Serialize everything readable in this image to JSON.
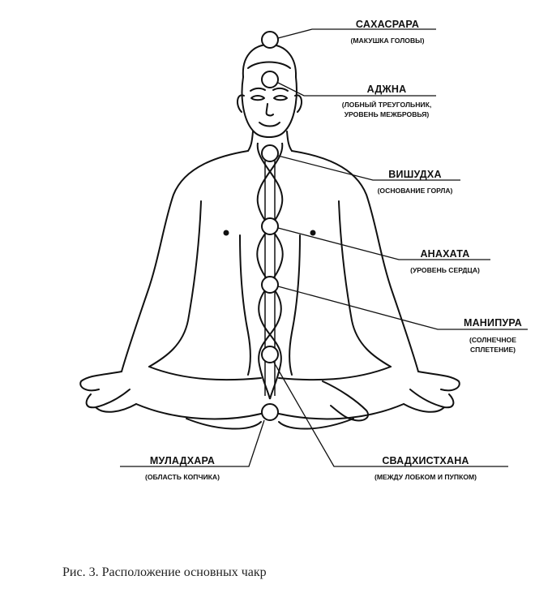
{
  "caption": "Рис. 3. Расположение основных чакр",
  "chakras": [
    {
      "name": "САХАСРАРА",
      "desc": "(МАКУШКА ГОЛОВЫ)"
    },
    {
      "name": "АДЖНА",
      "desc": "(ЛОБНЫЙ ТРЕУГОЛЬНИК,\nУРОВЕНЬ МЕЖБРОВЬЯ)"
    },
    {
      "name": "ВИШУДХА",
      "desc": "(ОСНОВАНИЕ ГОРЛА)"
    },
    {
      "name": "АНАХАТА",
      "desc": "(УРОВЕНЬ СЕРДЦА)"
    },
    {
      "name": "МАНИПУРА",
      "desc": "(СОЛНЕЧНОЕ\nСПЛЕТЕНИЕ)"
    },
    {
      "name": "СВАДХИСТХАНА",
      "desc": "(МЕЖДУ ЛОБКОМ И ПУПКОМ)"
    },
    {
      "name": "МУЛАДХАРА",
      "desc": "(ОБЛАСТЬ КОПЧИКА)"
    }
  ]
}
